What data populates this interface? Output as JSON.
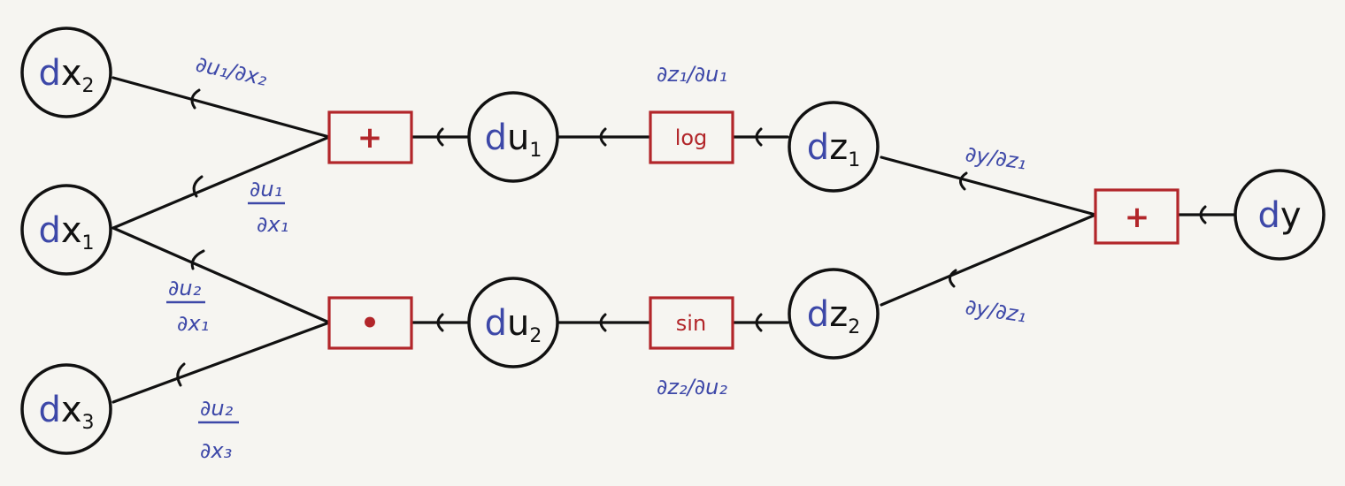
{
  "nodes": {
    "dx2": {
      "d": "d",
      "var": "x",
      "sub": "2"
    },
    "dx1": {
      "d": "d",
      "var": "x",
      "sub": "1"
    },
    "dx3": {
      "d": "d",
      "var": "x",
      "sub": "3"
    },
    "du1": {
      "d": "d",
      "var": "u",
      "sub": "1"
    },
    "du2": {
      "d": "d",
      "var": "u",
      "sub": "2"
    },
    "dz1": {
      "d": "d",
      "var": "z",
      "sub": "1"
    },
    "dz2": {
      "d": "d",
      "var": "z",
      "sub": "2"
    },
    "dy": {
      "d": "d",
      "var": "y",
      "sub": ""
    }
  },
  "ops": {
    "plus_u1": "+",
    "dot_u2": "•",
    "log": "log",
    "sin": "sin",
    "plus_y": "+"
  },
  "labels": {
    "du1_dx2": "∂u₁/∂x₂",
    "du1_dx1": {
      "num": "∂u₁",
      "den": "∂x₁"
    },
    "du2_dx1": {
      "num": "∂u₂",
      "den": "∂x₁"
    },
    "du2_dx3": {
      "num": "∂u₂",
      "den": "∂x₃"
    },
    "dz1_du1": "∂z₁/∂u₁",
    "dz2_du2": "∂z₂/∂u₂",
    "dy_dz1_top": "∂y/∂z₁",
    "dy_dz1_bottom": "∂y/∂z₁"
  },
  "colors": {
    "ink": "#111111",
    "blue": "#3d48a8",
    "red": "#b2262a",
    "background": "#f6f5f1"
  }
}
